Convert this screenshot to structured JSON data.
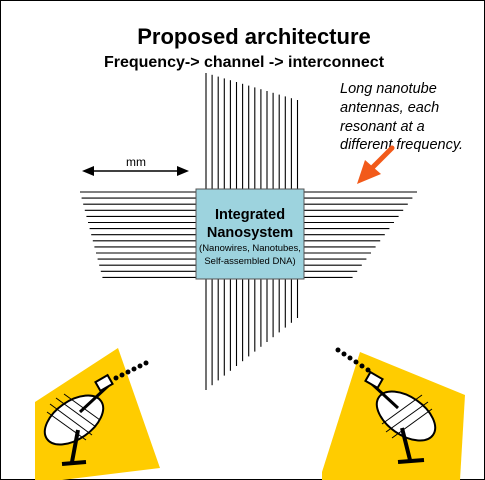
{
  "title": "Proposed architecture",
  "subtitle": "Frequency-> channel -> interconnect",
  "annotation": {
    "lines": [
      "Long nanotube",
      "antennas, each",
      "resonant at a",
      "different frequency."
    ]
  },
  "scale_label": "mm",
  "chip": {
    "line1": "Integrated",
    "line2": "Nanosystem",
    "sub1": "(Nanowires, Nanotubes,",
    "sub2": "Self-assembled DNA)"
  },
  "colors": {
    "chip_fill": "#9dd3de",
    "arrow": "#f25a1a",
    "beam": "#ffcc00",
    "line": "#000000"
  },
  "icons": {
    "left": "satellite-dish-icon",
    "right": "satellite-dish-icon"
  }
}
